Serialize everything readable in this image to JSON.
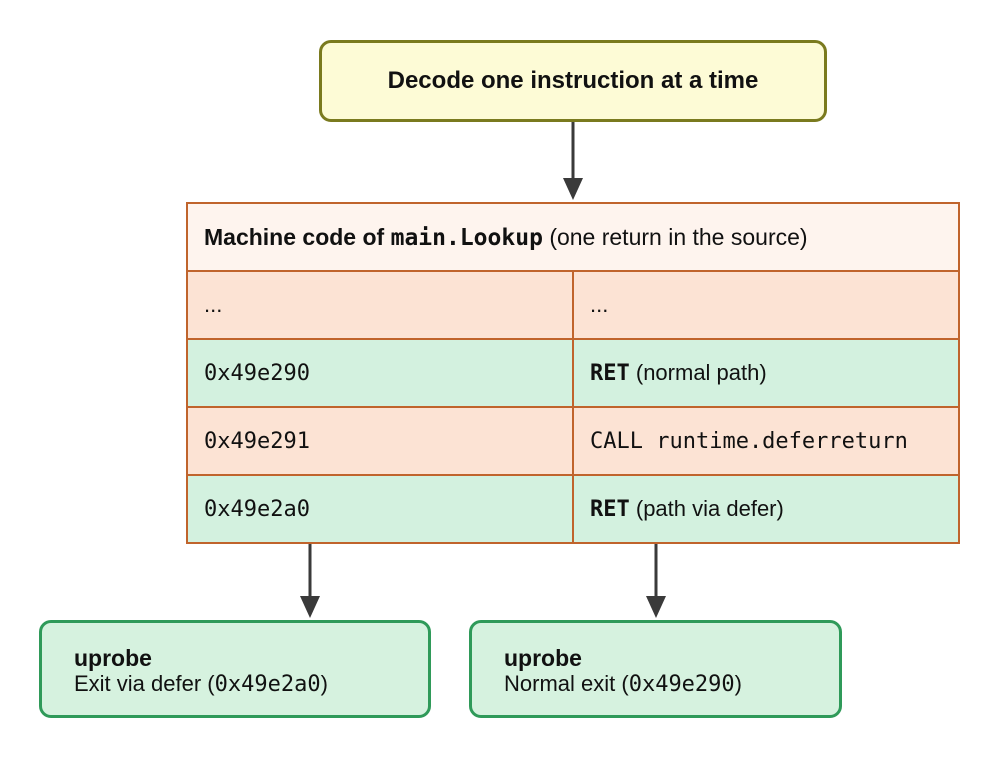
{
  "top_box": {
    "text": "Decode one instruction at a time"
  },
  "table": {
    "header": {
      "prefix": "Machine code of",
      "function": "main.Lookup",
      "suffix": "(one return in the source)"
    },
    "rows": [
      {
        "address": "...",
        "instruction": "...",
        "detail": "",
        "style": "orange"
      },
      {
        "address": "0x49e290",
        "instruction": "RET",
        "detail": "(normal path)",
        "style": "green"
      },
      {
        "address": "0x49e291",
        "instruction": "CALL runtime.deferreturn",
        "detail": "",
        "style": "orange"
      },
      {
        "address": "0x49e2a0",
        "instruction": "RET",
        "detail": "(path via defer)",
        "style": "green"
      }
    ]
  },
  "uprobes": [
    {
      "title": "uprobe",
      "label": "Exit via defer",
      "address": "0x49e2a0"
    },
    {
      "title": "uprobe",
      "label": "Normal exit",
      "address": "0x49e290"
    }
  ],
  "colors": {
    "top_border": "#7a7a1e",
    "top_fill": "#fdfbd6",
    "table_border": "#c0642c",
    "orange_fill": "#fce3d4",
    "green_fill": "#d3f1df",
    "uprobe_border": "#2f9a59",
    "uprobe_fill": "#d6f2df",
    "arrow": "#3a3a3a"
  }
}
